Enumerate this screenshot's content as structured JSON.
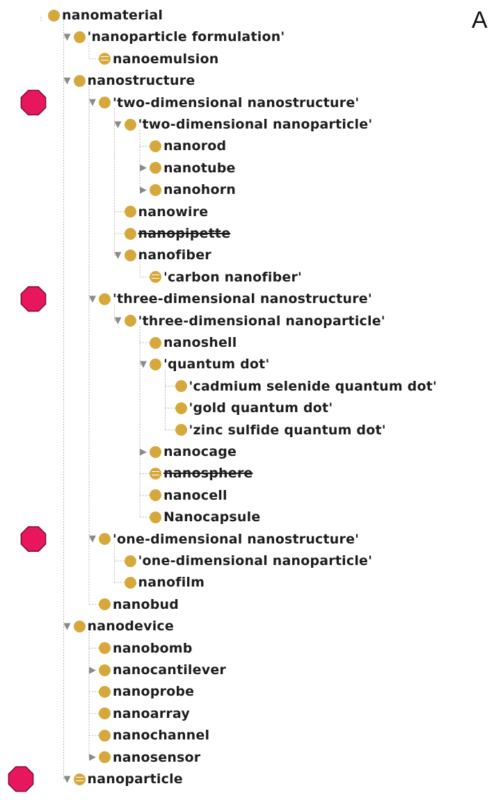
{
  "panel_label": "A",
  "colors": {
    "class_dot": "#d6a83c",
    "marker": "#e8175d",
    "guide": "#b8b8b8"
  },
  "tree": [
    {
      "label": "nanomaterial",
      "depth": 0,
      "twisty": "none",
      "eq": false,
      "struck": false
    },
    {
      "label": "'nanoparticle formulation'",
      "depth": 1,
      "twisty": "expanded",
      "eq": false,
      "struck": false
    },
    {
      "label": "nanoemulsion",
      "depth": 2,
      "twisty": "none",
      "eq": true,
      "struck": false
    },
    {
      "label": "nanostructure",
      "depth": 1,
      "twisty": "expanded",
      "eq": false,
      "struck": false
    },
    {
      "label": "'two-dimensional nanostructure'",
      "depth": 2,
      "twisty": "expanded",
      "eq": false,
      "struck": false,
      "flag": true
    },
    {
      "label": "'two-dimensional nanoparticle'",
      "depth": 3,
      "twisty": "expanded",
      "eq": false,
      "struck": false
    },
    {
      "label": "nanorod",
      "depth": 4,
      "twisty": "none",
      "eq": false,
      "struck": false
    },
    {
      "label": "nanotube",
      "depth": 4,
      "twisty": "collapsed",
      "eq": false,
      "struck": false
    },
    {
      "label": "nanohorn",
      "depth": 4,
      "twisty": "collapsed",
      "eq": false,
      "struck": false
    },
    {
      "label": "nanowire",
      "depth": 3,
      "twisty": "none",
      "eq": false,
      "struck": false
    },
    {
      "label": "nanopipette",
      "depth": 3,
      "twisty": "none",
      "eq": false,
      "struck": true
    },
    {
      "label": "nanofiber",
      "depth": 3,
      "twisty": "expanded",
      "eq": false,
      "struck": false
    },
    {
      "label": "'carbon nanofiber'",
      "depth": 4,
      "twisty": "none",
      "eq": true,
      "struck": false
    },
    {
      "label": "'three-dimensional nanostructure'",
      "depth": 2,
      "twisty": "expanded",
      "eq": false,
      "struck": false,
      "flag": true
    },
    {
      "label": "'three-dimensional nanoparticle'",
      "depth": 3,
      "twisty": "expanded",
      "eq": false,
      "struck": false
    },
    {
      "label": "nanoshell",
      "depth": 4,
      "twisty": "none",
      "eq": false,
      "struck": false
    },
    {
      "label": "'quantum dot'",
      "depth": 4,
      "twisty": "expanded",
      "eq": false,
      "struck": false
    },
    {
      "label": "'cadmium selenide quantum dot'",
      "depth": 5,
      "twisty": "none",
      "eq": false,
      "struck": false
    },
    {
      "label": "'gold quantum dot'",
      "depth": 5,
      "twisty": "none",
      "eq": false,
      "struck": false
    },
    {
      "label": "'zinc sulfide quantum dot'",
      "depth": 5,
      "twisty": "none",
      "eq": false,
      "struck": false
    },
    {
      "label": "nanocage",
      "depth": 4,
      "twisty": "collapsed",
      "eq": false,
      "struck": false
    },
    {
      "label": "nanosphere",
      "depth": 4,
      "twisty": "none",
      "eq": true,
      "struck": true
    },
    {
      "label": "nanocell",
      "depth": 4,
      "twisty": "none",
      "eq": false,
      "struck": false
    },
    {
      "label": "Nanocapsule",
      "depth": 4,
      "twisty": "none",
      "eq": false,
      "struck": false
    },
    {
      "label": "'one-dimensional nanostructure'",
      "depth": 2,
      "twisty": "expanded",
      "eq": false,
      "struck": false,
      "flag": true
    },
    {
      "label": "'one-dimensional nanoparticle'",
      "depth": 3,
      "twisty": "none",
      "eq": false,
      "struck": false
    },
    {
      "label": "nanofilm",
      "depth": 3,
      "twisty": "none",
      "eq": false,
      "struck": false
    },
    {
      "label": "nanobud",
      "depth": 2,
      "twisty": "none",
      "eq": false,
      "struck": false
    },
    {
      "label": "nanodevice",
      "depth": 1,
      "twisty": "expanded",
      "eq": false,
      "struck": false
    },
    {
      "label": "nanobomb",
      "depth": 2,
      "twisty": "none",
      "eq": false,
      "struck": false
    },
    {
      "label": "nanocantilever",
      "depth": 2,
      "twisty": "collapsed",
      "eq": false,
      "struck": false
    },
    {
      "label": "nanoprobe",
      "depth": 2,
      "twisty": "none",
      "eq": false,
      "struck": false
    },
    {
      "label": "nanoarray",
      "depth": 2,
      "twisty": "none",
      "eq": false,
      "struck": false
    },
    {
      "label": "nanochannel",
      "depth": 2,
      "twisty": "none",
      "eq": false,
      "struck": false
    },
    {
      "label": "nanosensor",
      "depth": 2,
      "twisty": "collapsed",
      "eq": false,
      "struck": false
    },
    {
      "label": "nanoparticle",
      "depth": 1,
      "twisty": "expanded",
      "eq": true,
      "struck": false,
      "flag": true
    }
  ]
}
